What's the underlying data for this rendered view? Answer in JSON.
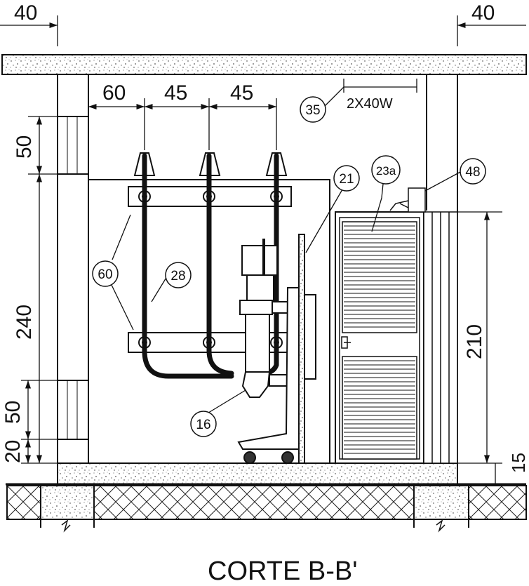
{
  "title": "CORTE B-B'",
  "dimensions": {
    "wall_left": "40",
    "wall_right": "40",
    "spacing_1": "60",
    "spacing_2": "45",
    "spacing_3": "45",
    "upper_opening": "50",
    "main_height": "240",
    "lower_opening": "50",
    "base_height": "20",
    "door_height": "210",
    "floor_step": "15",
    "lighting": "2X40W"
  },
  "callouts": {
    "c35": "35",
    "c21": "21",
    "c23a": "23a",
    "c48": "48",
    "c60": "60",
    "c28": "28",
    "c16": "16"
  }
}
